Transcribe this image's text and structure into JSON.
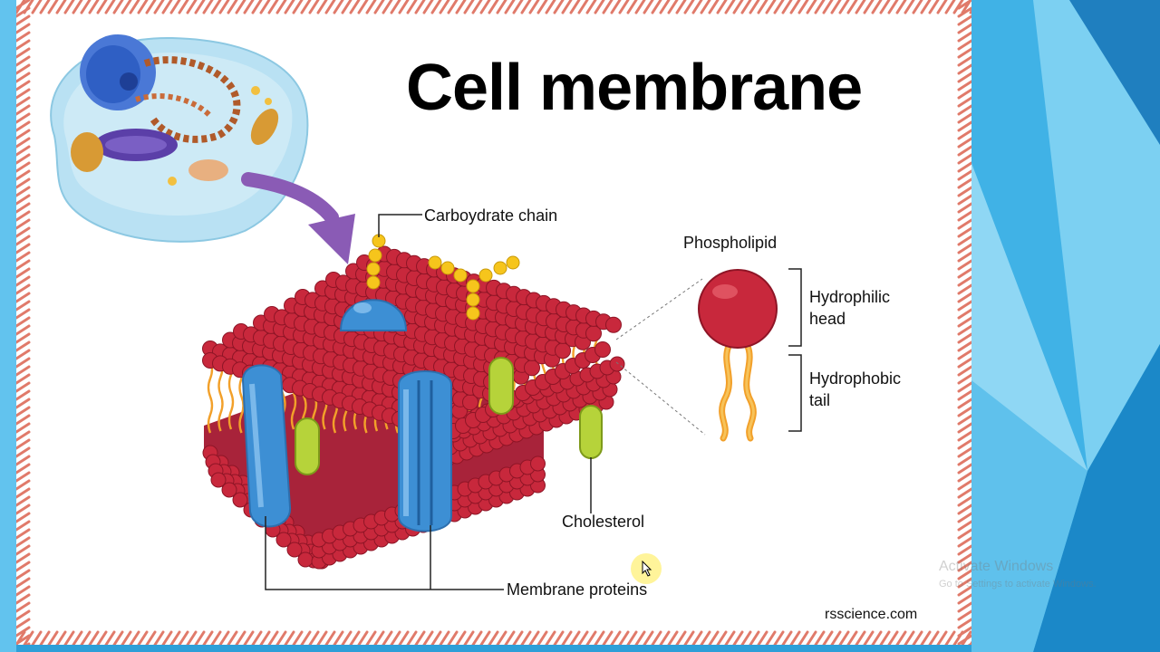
{
  "slide": {
    "title": "Cell membrane",
    "source": "rsscience.com"
  },
  "labels": {
    "carbohydrate": "Carboydrate chain",
    "phospholipid": "Phospholipid",
    "hydrophilic_line1": "Hydrophilic",
    "hydrophilic_line2": "head",
    "hydrophobic_line1": "Hydrophobic",
    "hydrophobic_line2": "tail",
    "cholesterol": "Cholesterol",
    "membrane_proteins": "Membrane proteins"
  },
  "watermark": {
    "line1": "Activate Windows",
    "line2": "Go to Settings to activate Windows."
  },
  "colors": {
    "frame": "#e07a6a",
    "phospholipid_head": "#c8283c",
    "tail": "#f2a02a",
    "protein": "#3d8fd4",
    "cholesterol": "#b6d33a",
    "carbohydrate": "#f6c51c",
    "arrow": "#8a5bb5"
  }
}
